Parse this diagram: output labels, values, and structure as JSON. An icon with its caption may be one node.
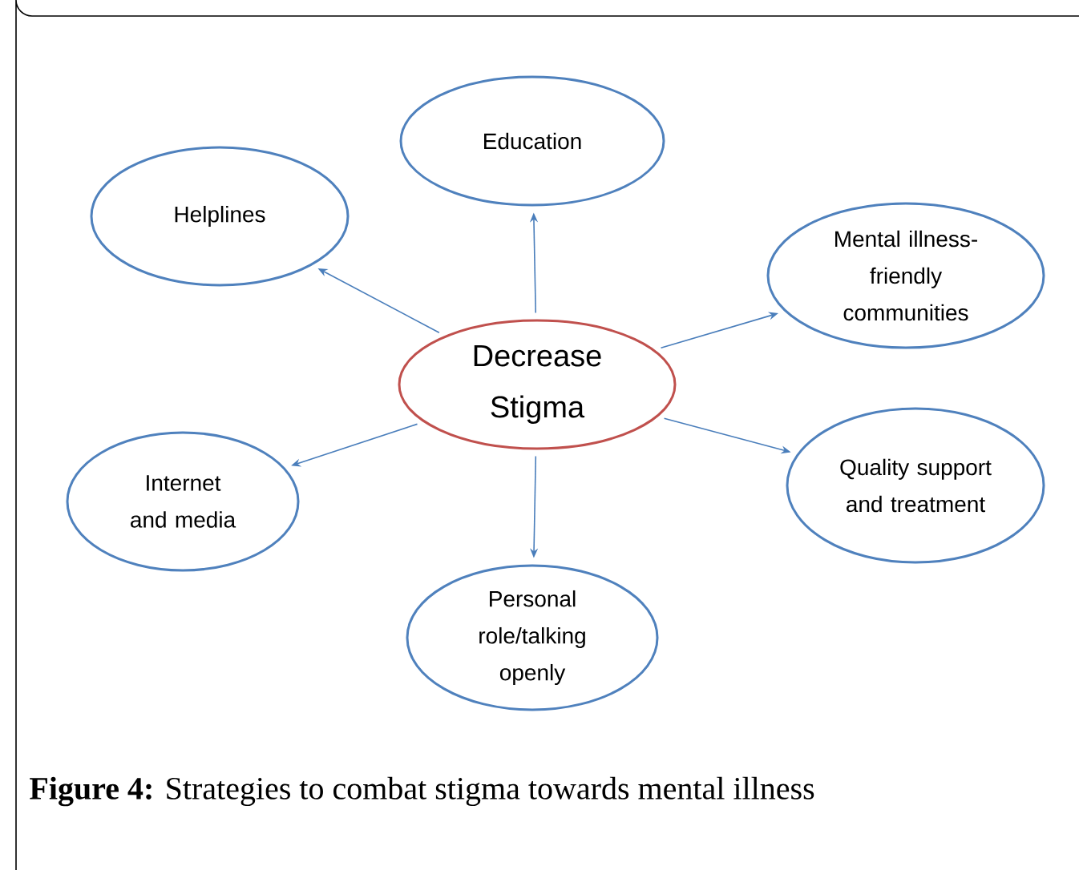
{
  "diagram": {
    "caption": "**Figure 4:** Strategies to combat stigma towards mental illness",
    "nodes": [
      {
        "text": [
          "Education"
        ]
      },
      {
        "text": [
          "Helplines"
        ]
      },
      {
        "text": [
          "Mental illness-friendly communities"
        ]
      },
      {
        "text": [
          "Decrease Stigma"
        ]
      },
      {
        "text": [
          "Internet and media"
        ]
      },
      {
        "text": [
          "Quality support and treatment"
        ]
      },
      {
        "text": [
          "Personal role/talking openly"
        ]
      }
    ],
    "edges": [
      {
        "from": 3,
        "to": 0,
        "arrow": "to"
      },
      {
        "from": 3,
        "to": 1,
        "arrow": "to"
      },
      {
        "from": 3,
        "to": 2,
        "arrow": "to"
      },
      {
        "from": 3,
        "to": 4,
        "arrow": "to"
      },
      {
        "from": 3,
        "to": 5,
        "arrow": "to"
      },
      {
        "from": 3,
        "to": 6,
        "arrow": "to"
      }
    ]
  }
}
